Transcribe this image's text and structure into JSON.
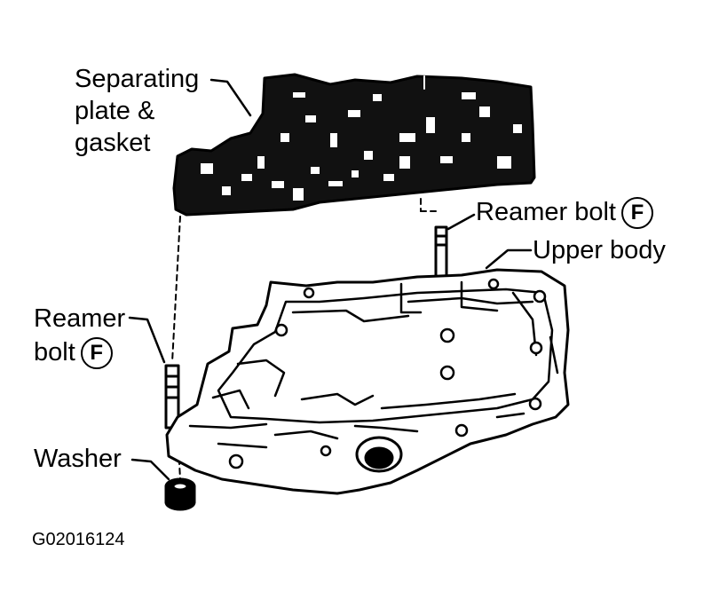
{
  "labels": {
    "separating_plate": [
      "Separating",
      "plate &",
      "gasket"
    ],
    "reamer_bolt_top": "Reamer bolt",
    "upper_body": "Upper body",
    "reamer_bolt_left": [
      "Reamer",
      "bolt"
    ],
    "washer": "Washer",
    "torque_symbol": "F"
  },
  "figure_ref": "G02016124",
  "colors": {
    "ink": "#000000",
    "paper": "#ffffff"
  }
}
